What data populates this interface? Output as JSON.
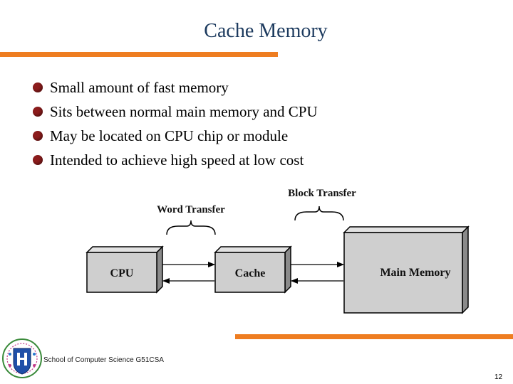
{
  "slide": {
    "title": "Cache Memory",
    "bullets": [
      "Small amount of fast memory",
      "Sits between normal main memory and CPU",
      "May be located on CPU chip or module",
      "Intended to achieve high speed at low cost"
    ]
  },
  "diagram": {
    "boxes": {
      "cpu": "CPU",
      "cache": "Cache",
      "main_memory": "Main Memory"
    },
    "labels": {
      "word_transfer": "Word Transfer",
      "block_transfer": "Block Transfer"
    }
  },
  "footer": {
    "text": "School of Computer Science G51CSA",
    "page_number": "12"
  },
  "colors": {
    "accent_rule": "#ee7d21",
    "title": "#1c3a5e",
    "bullet": "#8c1c1c",
    "box_face": "#cfcfcf",
    "box_depth": "#8a8a8a"
  },
  "icons": {
    "bullet": "bullet-dot-icon",
    "logo": "university-crest-icon"
  }
}
